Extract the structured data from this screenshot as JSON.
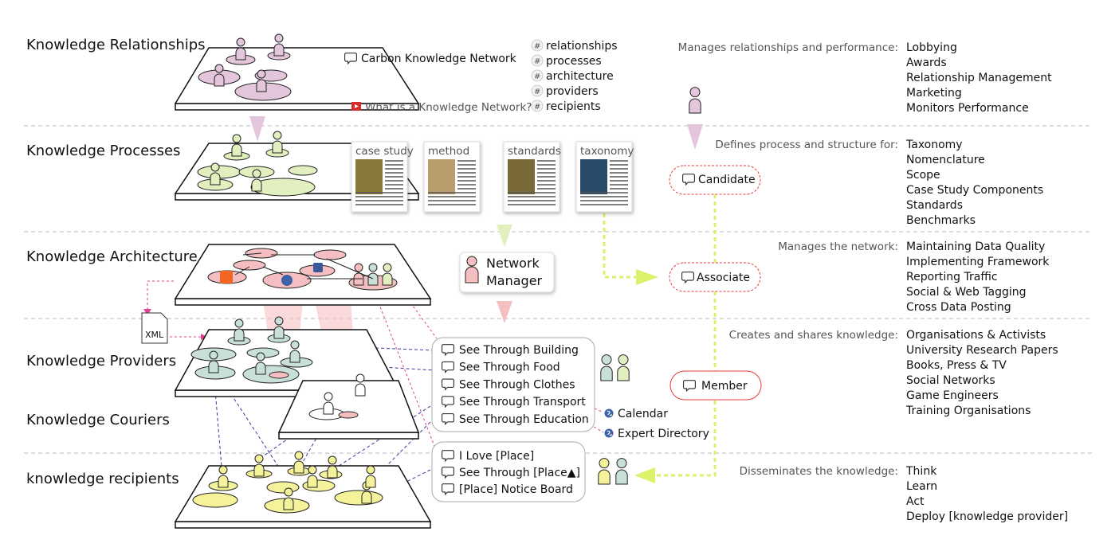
{
  "layers": [
    {
      "label": "Knowledge Relationships"
    },
    {
      "label": "Knowledge Processes"
    },
    {
      "label": "Knowledge Architecture"
    },
    {
      "label": "Knowledge Providers"
    },
    {
      "label": "Knowledge Couriers"
    },
    {
      "label": "knowledge recipients"
    }
  ],
  "network_link": "Carbon Knowledge Network",
  "video_link": "What is a Knowledge Network?",
  "hashtags": [
    "relationships",
    "processes",
    "architecture",
    "providers",
    "recipients"
  ],
  "documents": [
    "case study",
    "method",
    "standards",
    "taxonomy"
  ],
  "network_manager": [
    "Network",
    "Manager"
  ],
  "xml_label": "XML",
  "roles": {
    "candidate": "Candidate",
    "associate": "Associate",
    "member": "Member"
  },
  "provider_channels": [
    "See Through Building",
    "See Through Food",
    "See Through Clothes",
    "See Through Transport",
    "See Through Education"
  ],
  "recipient_channels": [
    "I Love [Place]",
    "See Through [Place▲]",
    "[Place] Notice Board"
  ],
  "tools": [
    "Calendar",
    "Expert Directory"
  ],
  "responsibilities": [
    {
      "heading": "Manages relationships and performance:",
      "items": [
        "Lobbying",
        "Awards",
        "Relationship Management",
        "Marketing",
        "Monitors Performance"
      ]
    },
    {
      "heading": "Defines process and structure for:",
      "items": [
        "Taxonomy",
        "Nomenclature",
        "Scope",
        "Case Study Components",
        "Standards",
        "Benchmarks"
      ]
    },
    {
      "heading": "Manages the network:",
      "items": [
        "Maintaining Data Quality",
        "Implementing Framework",
        "Reporting Traffic",
        "Social & Web Tagging",
        "Cross Data Posting"
      ]
    },
    {
      "heading": "Creates and shares knowledge:",
      "items": [
        "Organisations & Activists",
        "University Research Papers",
        "Books, Press & TV",
        "Social Networks",
        "Game Engineers",
        "Training Organisations"
      ]
    },
    {
      "heading": "Disseminates the knowledge:",
      "items": [
        "Think",
        "Learn",
        "Act",
        "Deploy [knowledge provider]"
      ]
    }
  ],
  "colors": {
    "relationships": "#e3c6dc",
    "processes": "#e2f0bf",
    "architecture": "#f5bfc2",
    "providers": "#c9e0d9",
    "recipients": "#f4f29a",
    "accent": "#e63c3c",
    "arrow_green": "#dbf26a"
  }
}
